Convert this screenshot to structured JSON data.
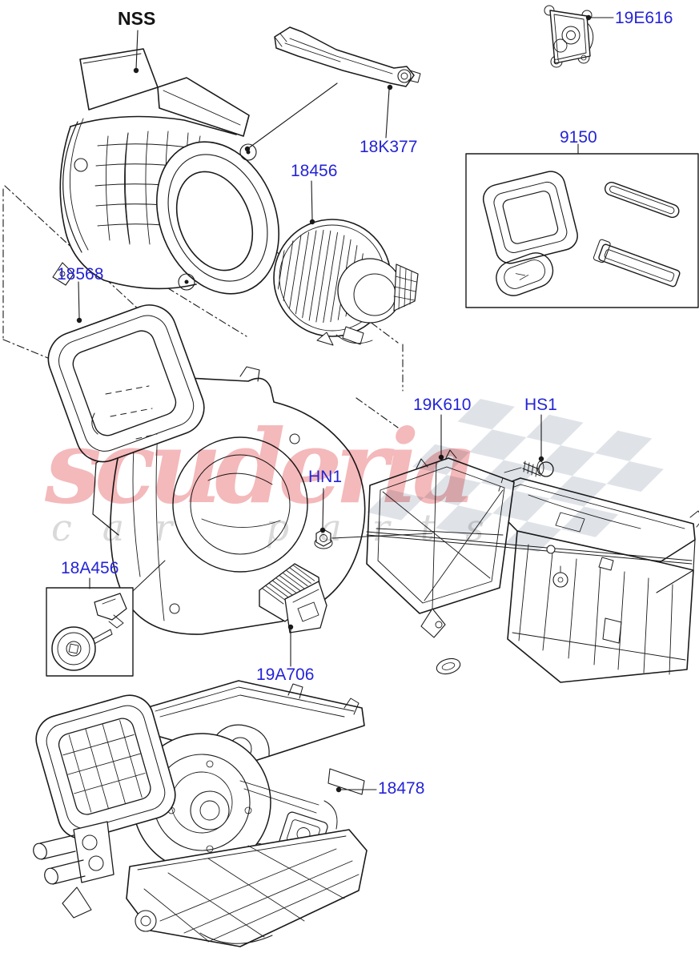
{
  "labels": {
    "nss": "NSS",
    "bracket_18k377": "18K377",
    "blower_18456": "18456",
    "actuator_19e616": "19E616",
    "seal_kit_9150": "9150",
    "seal_18568": "18568",
    "heater_19k610": "19K610",
    "screw_hs1": "HS1",
    "nut_hn1": "HN1",
    "kit_18a456": "18A456",
    "resistor_19a706": "19A706",
    "assembly_18478": "18478"
  },
  "watermark": {
    "line1": "scuderia",
    "line2": "car parts",
    "pink": "#f4b9bb",
    "gray": "#d9d9d9",
    "checker": "#dfe3e8"
  },
  "colors": {
    "label_blue": "#2424d6",
    "line": "#1a1a1a",
    "background": "#ffffff"
  }
}
